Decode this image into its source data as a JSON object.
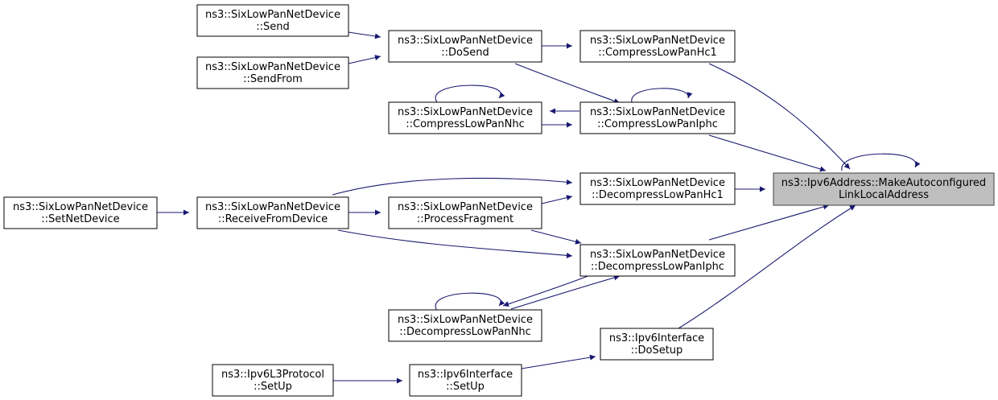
{
  "graph": {
    "title": "",
    "colors": {
      "edge": "#191970",
      "node_border": "#000000",
      "target_fill": "#bfbfbf"
    },
    "nodes": {
      "send": {
        "line1": "ns3::SixLowPanNetDevice",
        "line2": "::Send"
      },
      "sendfrom": {
        "line1": "ns3::SixLowPanNetDevice",
        "line2": "::SendFrom"
      },
      "dosend": {
        "line1": "ns3::SixLowPanNetDevice",
        "line2": "::DoSend"
      },
      "hc1": {
        "line1": "ns3::SixLowPanNetDevice",
        "line2": "::CompressLowPanHc1"
      },
      "nhc": {
        "line1": "ns3::SixLowPanNetDevice",
        "line2": "::CompressLowPanNhc"
      },
      "iphc": {
        "line1": "ns3::SixLowPanNetDevice",
        "line2": "::CompressLowPanIphc"
      },
      "target": {
        "line1": "ns3::Ipv6Address::MakeAutoconfigured",
        "line2": "LinkLocalAddress"
      },
      "setnetdev": {
        "line1": "ns3::SixLowPanNetDevice",
        "line2": "::SetNetDevice"
      },
      "recvfromdev": {
        "line1": "ns3::SixLowPanNetDevice",
        "line2": "::ReceiveFromDevice"
      },
      "dhc1": {
        "line1": "ns3::SixLowPanNetDevice",
        "line2": "::DecompressLowPanHc1"
      },
      "procfrag": {
        "line1": "ns3::SixLowPanNetDevice",
        "line2": "::ProcessFragment"
      },
      "diphc": {
        "line1": "ns3::SixLowPanNetDevice",
        "line2": "::DecompressLowPanIphc"
      },
      "dnhc": {
        "line1": "ns3::SixLowPanNetDevice",
        "line2": "::DecompressLowPanNhc"
      },
      "ifdosetup": {
        "line1": "ns3::Ipv6Interface",
        "line2": "::DoSetup"
      },
      "l3setup": {
        "line1": "ns3::Ipv6L3Protocol",
        "line2": "::SetUp"
      },
      "ifsetup": {
        "line1": "ns3::Ipv6Interface",
        "line2": "::SetUp"
      }
    },
    "edges": [
      {
        "from": "send",
        "to": "dosend"
      },
      {
        "from": "sendfrom",
        "to": "dosend"
      },
      {
        "from": "dosend",
        "to": "hc1"
      },
      {
        "from": "dosend",
        "to": "iphc"
      },
      {
        "from": "hc1",
        "to": "target"
      },
      {
        "from": "iphc",
        "to": "iphc"
      },
      {
        "from": "iphc",
        "to": "nhc"
      },
      {
        "from": "nhc",
        "to": "nhc"
      },
      {
        "from": "nhc",
        "to": "iphc"
      },
      {
        "from": "iphc",
        "to": "target"
      },
      {
        "from": "target",
        "to": "target"
      },
      {
        "from": "setnetdev",
        "to": "recvfromdev"
      },
      {
        "from": "recvfromdev",
        "to": "dhc1"
      },
      {
        "from": "recvfromdev",
        "to": "procfrag"
      },
      {
        "from": "recvfromdev",
        "to": "diphc"
      },
      {
        "from": "procfrag",
        "to": "dhc1"
      },
      {
        "from": "procfrag",
        "to": "diphc"
      },
      {
        "from": "dhc1",
        "to": "target"
      },
      {
        "from": "diphc",
        "to": "target"
      },
      {
        "from": "diphc",
        "to": "dnhc"
      },
      {
        "from": "dnhc",
        "to": "dnhc"
      },
      {
        "from": "dnhc",
        "to": "diphc"
      },
      {
        "from": "ifdosetup",
        "to": "target"
      },
      {
        "from": "ifsetup",
        "to": "ifdosetup"
      },
      {
        "from": "l3setup",
        "to": "ifsetup"
      }
    ]
  }
}
